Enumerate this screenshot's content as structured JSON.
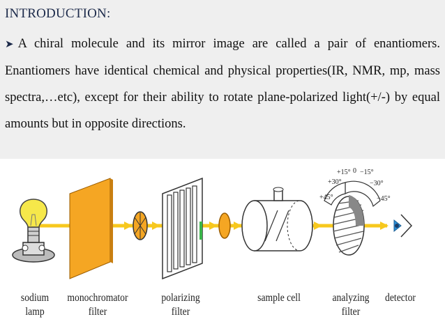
{
  "heading": "INTRODUCTION:",
  "paragraph": "A chiral molecule and its mirror image are called a pair  of enantiomers. Enantiomers have identical chemical and physical properties(IR, NMR, mp, mass spectra,…etc), except for their ability to rotate plane-polarized light(+/-) by equal amounts but in opposite directions.",
  "labels": {
    "sodium_lamp": "sodium\nlamp",
    "monochromator": "monochromator\nfilter",
    "polarizing": "polarizing\nfilter",
    "sample_cell": "sample cell",
    "analyzing": "analyzing\nfilter",
    "detector": "detector"
  },
  "scale": {
    "p15": "+15°",
    "zero": "0",
    "m15": "−15°",
    "p30": "+30°",
    "m30": "−30°",
    "p45": "+45°",
    "m45": "−45°"
  },
  "colors": {
    "filter_orange": "#f5a623",
    "beam_yellow": "#f7c81e",
    "bulb_yellow": "#f6e84a",
    "heading_navy": "#1c2a4a",
    "text_band": "#efefef"
  },
  "icons": [
    "bullet-arrow-icon",
    "light-bulb-icon",
    "eye-icon"
  ]
}
